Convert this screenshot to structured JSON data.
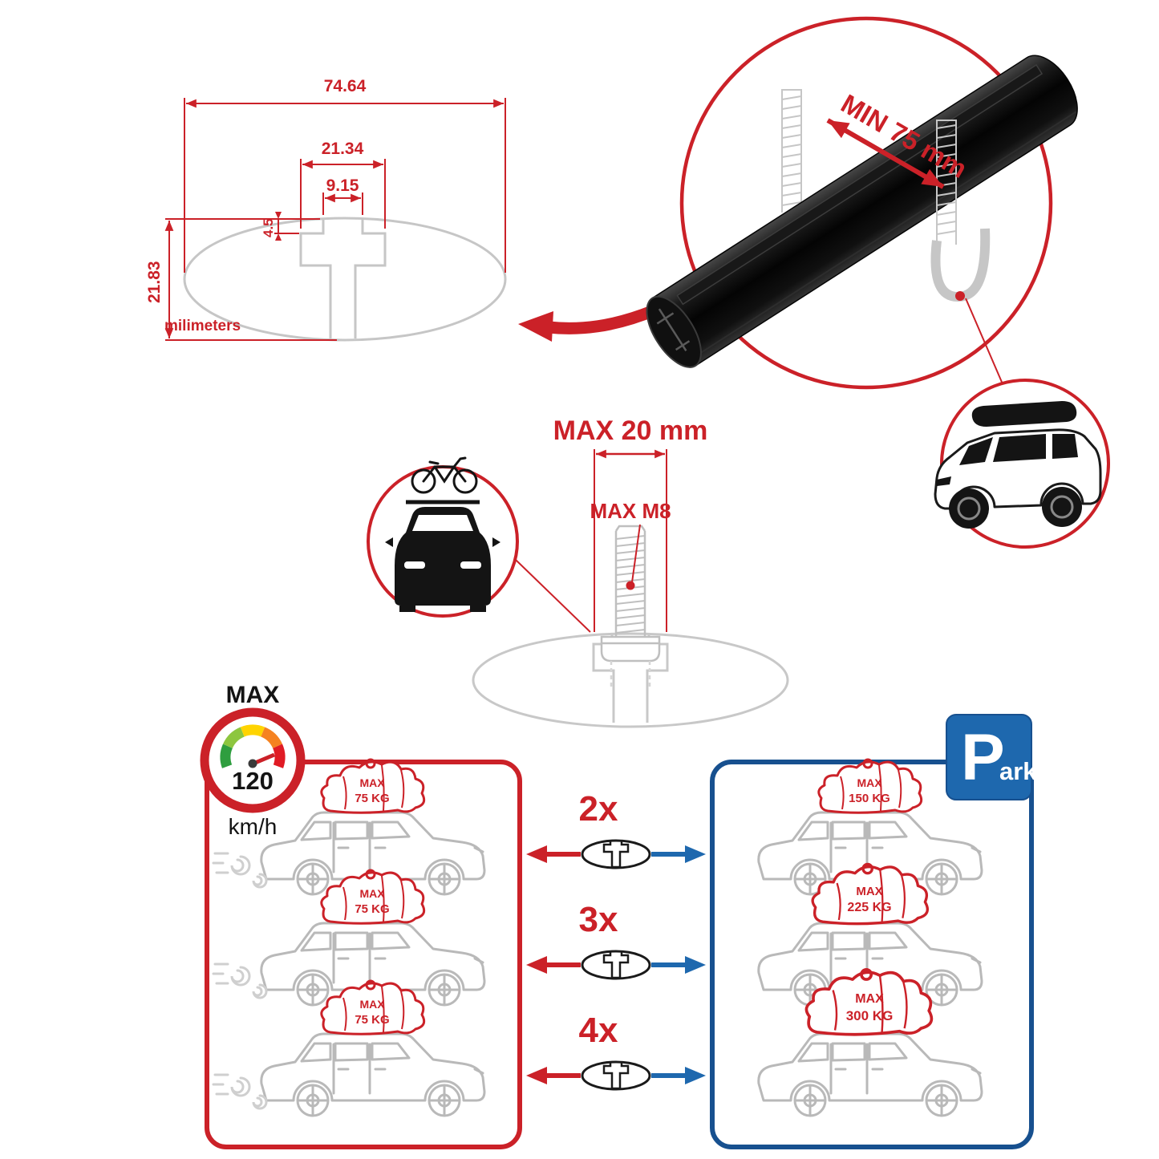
{
  "colors": {
    "accent_red": "#cb2128",
    "accent_blue": "#1e68ae",
    "panel_navy": "#17508f",
    "bar_black": "#0a0a0a",
    "outline_grey": "#c6c6c6"
  },
  "profile_dimensions": {
    "total_width": "74.64",
    "channel_width": "21.34",
    "slot_width": "9.15",
    "lip_depth": "4.5",
    "total_height": "21.83",
    "units": "milimeters"
  },
  "crossbar_detail": {
    "min_spacing": "MIN 75 mm"
  },
  "bolt_detail": {
    "max_slot": "MAX 20 mm",
    "max_thread": "MAX M8"
  },
  "speed_limit": {
    "label": "MAX",
    "value": "120",
    "units": "km/h"
  },
  "park_sign": {
    "letter": "P",
    "rest": "ark"
  },
  "load_rows": [
    {
      "multiplier": "2x",
      "moving_label": "MAX",
      "moving_value": "75 KG",
      "parked_label": "MAX",
      "parked_value": "150 KG"
    },
    {
      "multiplier": "3x",
      "moving_label": "MAX",
      "moving_value": "75 KG",
      "parked_label": "MAX",
      "parked_value": "225 KG"
    },
    {
      "multiplier": "4x",
      "moving_label": "MAX",
      "moving_value": "75 KG",
      "parked_label": "MAX",
      "parked_value": "300 KG"
    }
  ]
}
